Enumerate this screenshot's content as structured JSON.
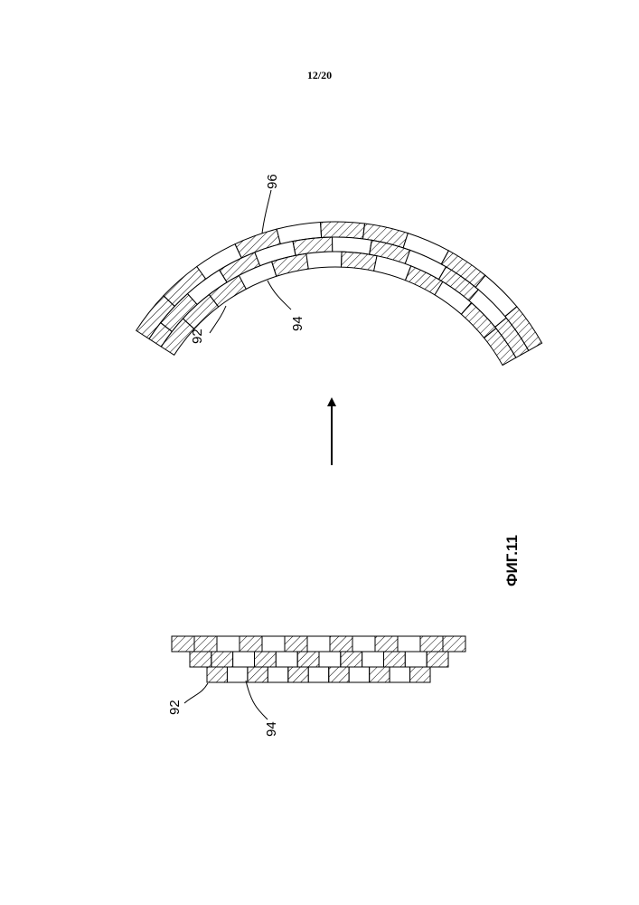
{
  "page": {
    "number": "12/20",
    "figure_label": "ФИГ.11"
  },
  "flat_assembly": {
    "label_layer": "92",
    "label_block": "94",
    "layers": [
      {
        "cells": [
          "h",
          "h",
          "w",
          "h",
          "w",
          "h",
          "w",
          "h",
          "w",
          "h",
          "w",
          "h",
          "h"
        ]
      },
      {
        "cells": [
          "h",
          "h",
          "w",
          "h",
          "w",
          "h",
          "w",
          "h",
          "w",
          "h",
          "w",
          "h"
        ]
      },
      {
        "cells": [
          "h",
          "w",
          "h",
          "w",
          "h",
          "w",
          "h",
          "w",
          "h",
          "w",
          "h"
        ]
      }
    ]
  },
  "curved_assembly": {
    "label_layer": "92",
    "label_block": "94",
    "label_joint": "96",
    "layers": [
      {
        "cells": [
          "h",
          "h",
          "w",
          "h",
          "w",
          "h",
          "h",
          "w",
          "h",
          "w",
          "h"
        ]
      },
      {
        "cells": [
          "h",
          "h",
          "w",
          "h",
          "w",
          "h",
          "w",
          "h",
          "w",
          "h",
          "w",
          "h"
        ]
      },
      {
        "cells": [
          "h",
          "h",
          "h",
          "w",
          "h",
          "w",
          "h",
          "w",
          "h",
          "w",
          "h",
          "h"
        ]
      }
    ]
  },
  "arrow": {
    "direction": "up",
    "meaning": "transform"
  }
}
